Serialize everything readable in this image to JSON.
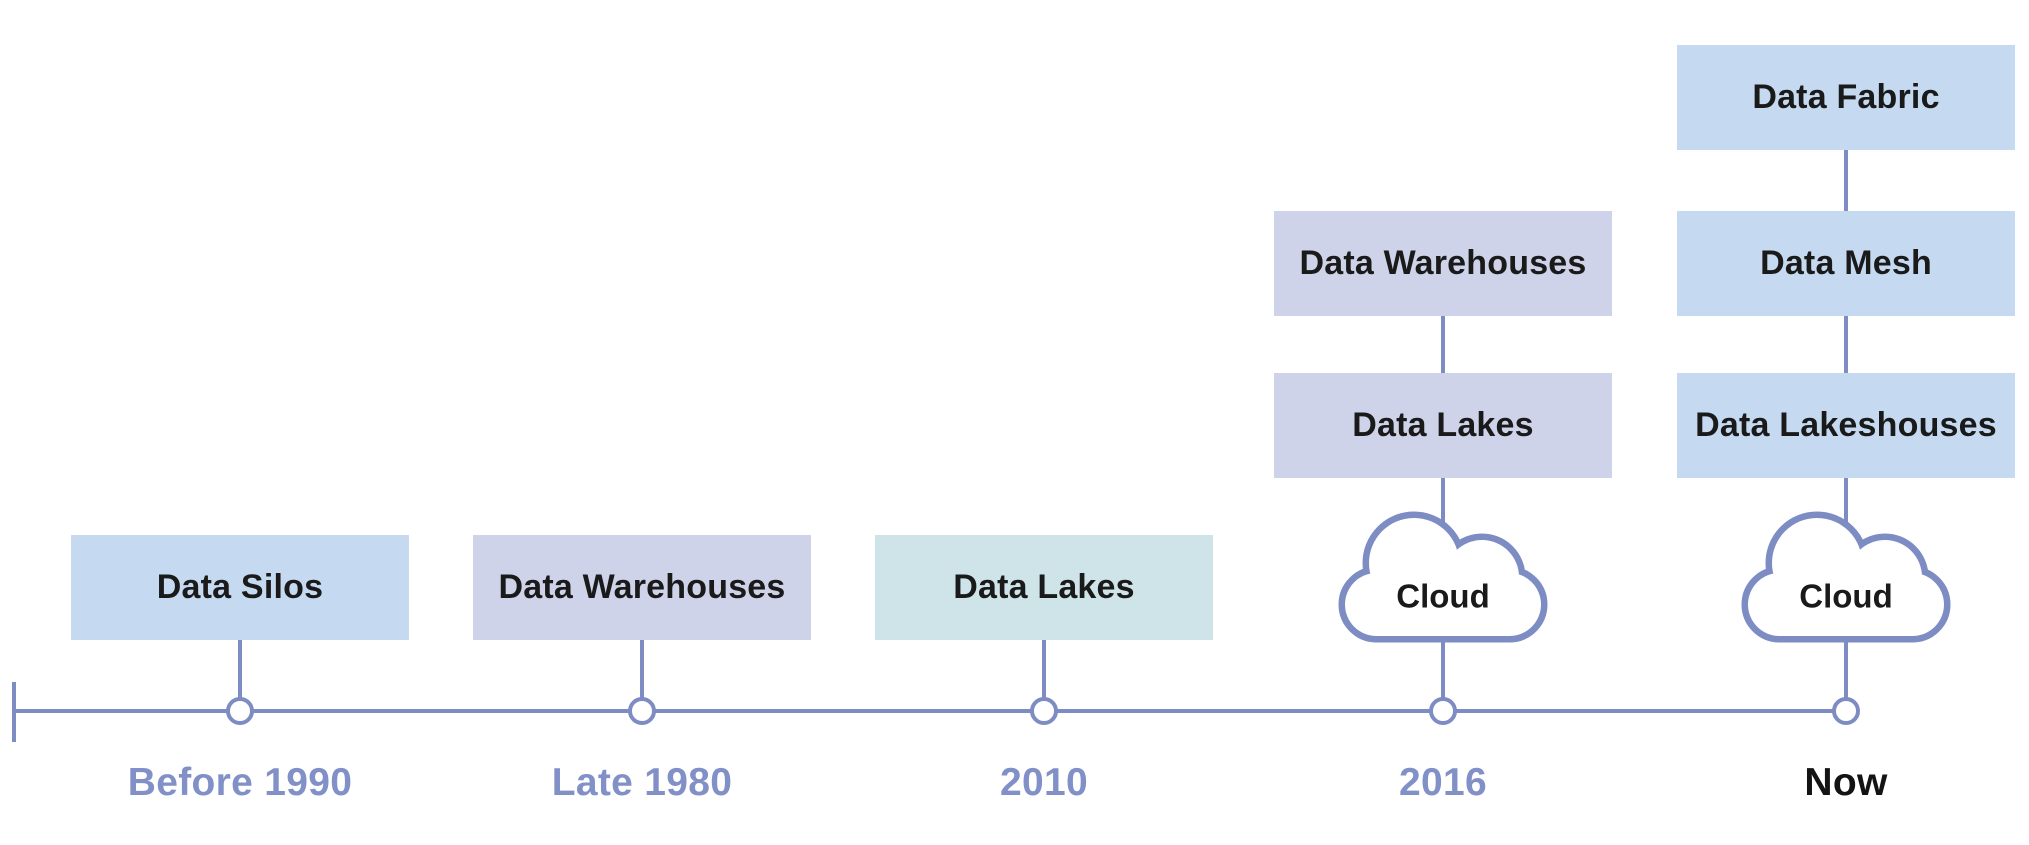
{
  "palette": {
    "line": "#7e8cc4",
    "label": "#8190c7",
    "label-emphasis": "#131313",
    "box-text": "#1a1a1a",
    "box-blue": "#c5d9f1",
    "box-lavender": "#ced3e9",
    "box-teal": "#cee4e9",
    "background": "#ffffff"
  },
  "timeline": {
    "milestones": [
      {
        "date": "Before 1990",
        "emphasis": "false",
        "boxes": [
          {
            "label": "Data Silos",
            "color": "blue"
          }
        ],
        "cloud": null
      },
      {
        "date": "Late 1980",
        "emphasis": "false",
        "boxes": [
          {
            "label": "Data Warehouses",
            "color": "lavender"
          }
        ],
        "cloud": null
      },
      {
        "date": "2010",
        "emphasis": "false",
        "boxes": [
          {
            "label": "Data Lakes",
            "color": "teal"
          }
        ],
        "cloud": null
      },
      {
        "date": "2016",
        "emphasis": "false",
        "boxes": [
          {
            "label": "Data Warehouses",
            "color": "lavender"
          },
          {
            "label": "Data Lakes",
            "color": "lavender"
          }
        ],
        "cloud": {
          "label": "Cloud"
        }
      },
      {
        "date": "Now",
        "emphasis": "true",
        "boxes": [
          {
            "label": "Data Fabric",
            "color": "blue"
          },
          {
            "label": "Data Mesh",
            "color": "blue"
          },
          {
            "label": "Data Lakeshouses",
            "color": "blue"
          }
        ],
        "cloud": {
          "label": "Cloud"
        }
      }
    ]
  }
}
